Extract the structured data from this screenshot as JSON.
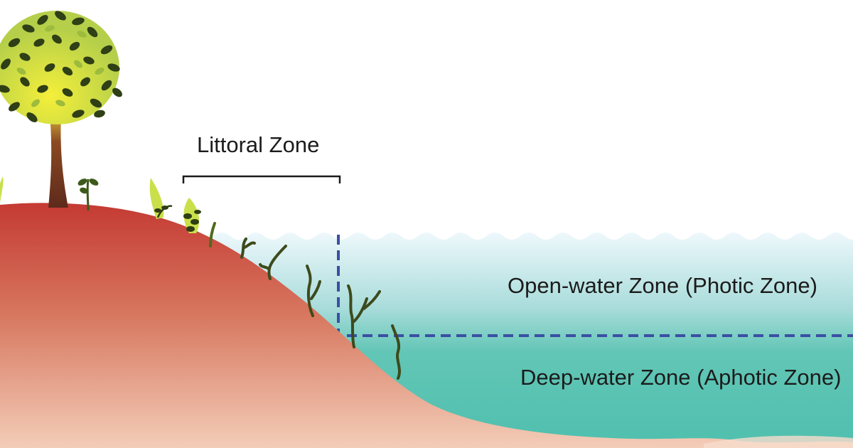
{
  "labels": {
    "littoral": "Littoral Zone",
    "open_water": "Open-water Zone (Photic Zone)",
    "deep_water": "Deep-water Zone (Aphotic Zone)"
  },
  "colors": {
    "water_surface": "#e8f6fb",
    "water_mid": "#9ad8d3",
    "water_deep": "#55c1b1",
    "ground_top": "#c8453a",
    "ground_bottom": "#f0c3ad",
    "boundary_line": "#3b4fa3",
    "plant": "#3d4a1c",
    "foliage_dark": "#2e3d14",
    "foliage_light": "#b5cf4a",
    "trunk": "#6b2f1e"
  }
}
